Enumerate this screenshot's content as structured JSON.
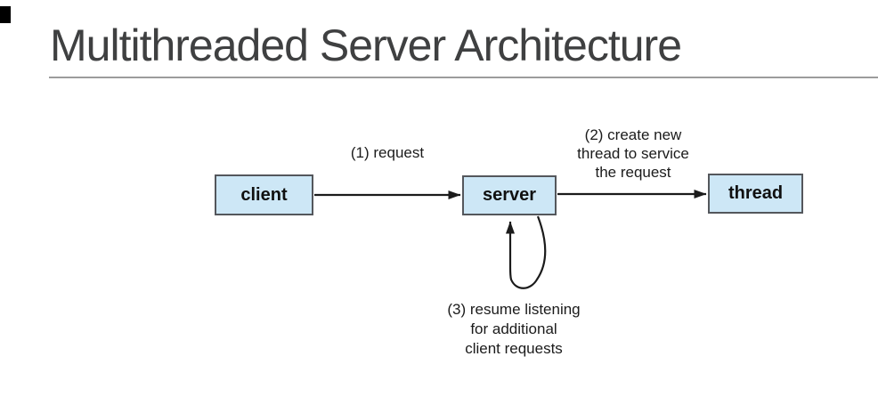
{
  "slide": {
    "title": "Multithreaded Server Architecture"
  },
  "diagram": {
    "nodes": [
      {
        "id": "client",
        "label": "client"
      },
      {
        "id": "server",
        "label": "server"
      },
      {
        "id": "thread",
        "label": "thread"
      }
    ],
    "edges": [
      {
        "id": "request",
        "from": "client",
        "to": "server",
        "label": "(1) request"
      },
      {
        "id": "create-thread",
        "from": "server",
        "to": "thread",
        "label": "(2) create new\nthread to service\nthe request"
      },
      {
        "id": "resume-listening",
        "from": "server",
        "to": "server",
        "label": "(3) resume listening\nfor additional\nclient requests"
      }
    ]
  },
  "colors": {
    "node_fill": "#cde7f6",
    "node_border": "#54575c",
    "arrow_color": "#1b1b1b",
    "title_color": "#3f4041",
    "rule_color": "#9c9c9c"
  }
}
